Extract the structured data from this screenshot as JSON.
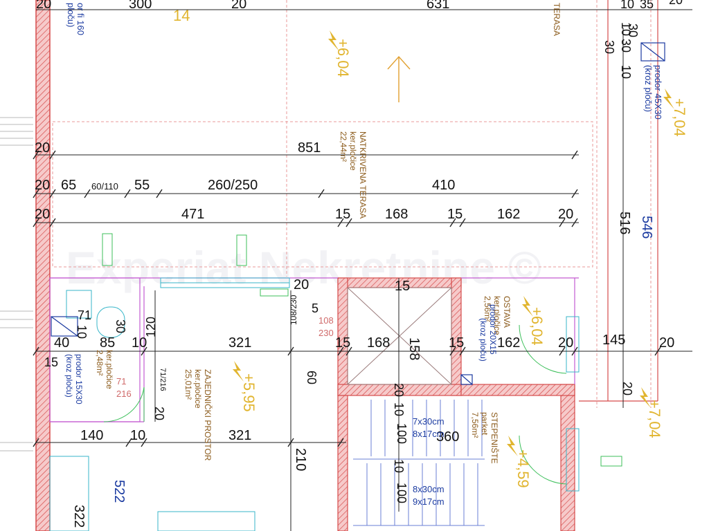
{
  "dims_black": [
    "20",
    "300",
    "20",
    "631",
    "10",
    "35",
    "20",
    "20",
    "851",
    "20",
    "65",
    "60/110",
    "55",
    "260/250",
    "410",
    "20",
    "471",
    "15",
    "168",
    "15",
    "162",
    "20",
    "20",
    "5",
    "108/230",
    "15",
    "158",
    "71",
    "10",
    "30",
    "120",
    "40",
    "85",
    "10",
    "321",
    "15",
    "168",
    "15",
    "162",
    "20",
    "145",
    "20",
    "15",
    "60",
    "20",
    "20",
    "71/216",
    "20",
    "140",
    "10",
    "321",
    "10",
    "100",
    "360",
    "210",
    "10",
    "100",
    "322",
    "516",
    "10",
    "30",
    "10",
    "30",
    "30"
  ],
  "dims_blue": [
    "546",
    "522",
    "10",
    "30"
  ],
  "levels": [
    "+6,04",
    "+7,04",
    "+6,04",
    "+5,95",
    "+7,04",
    "+4,59"
  ],
  "rooms": [
    {
      "name": "NATKRIVENA TERASA",
      "sub": "ker.pločice",
      "area": "22,44m²"
    },
    {
      "name": "ZAJEDNIČKI PROSTOR",
      "sub": "ker.pločice",
      "area": "25,01m²"
    },
    {
      "name": "OSTAVA",
      "sub": "ker.pločice",
      "area": "2,56m²"
    },
    {
      "name": "STEPENIŠTE",
      "sub": "parket",
      "area": "7,56m²"
    },
    {
      "name": "TERASA",
      "sub": "",
      "area": ""
    }
  ],
  "notes_blue": [
    "prodor 45X30",
    "(kroz ploču)",
    "prodor 20X15",
    "(kroz ploču)",
    "or fi 160",
    "ploču)",
    "prodor 15X30",
    "(kroz ploču)",
    "7x30cm",
    "8x17cm",
    "8x30cm",
    "9x17cm",
    "2,48m²",
    "ker.pločice"
  ],
  "door_labels": [
    "108",
    "230",
    "71",
    "216"
  ],
  "watermark": "Experiat Nekretnine ©",
  "colors": {
    "wall_red": "#d64b4b",
    "wall_fill": "#f3c6c6",
    "dim_line": "#222222",
    "level": "#e1b530",
    "room_text": "#8b5a1a",
    "blue": "#1a3aa0",
    "green": "#3cbf5a",
    "cyan": "#37b6c9",
    "magenta": "#c35bd1"
  }
}
